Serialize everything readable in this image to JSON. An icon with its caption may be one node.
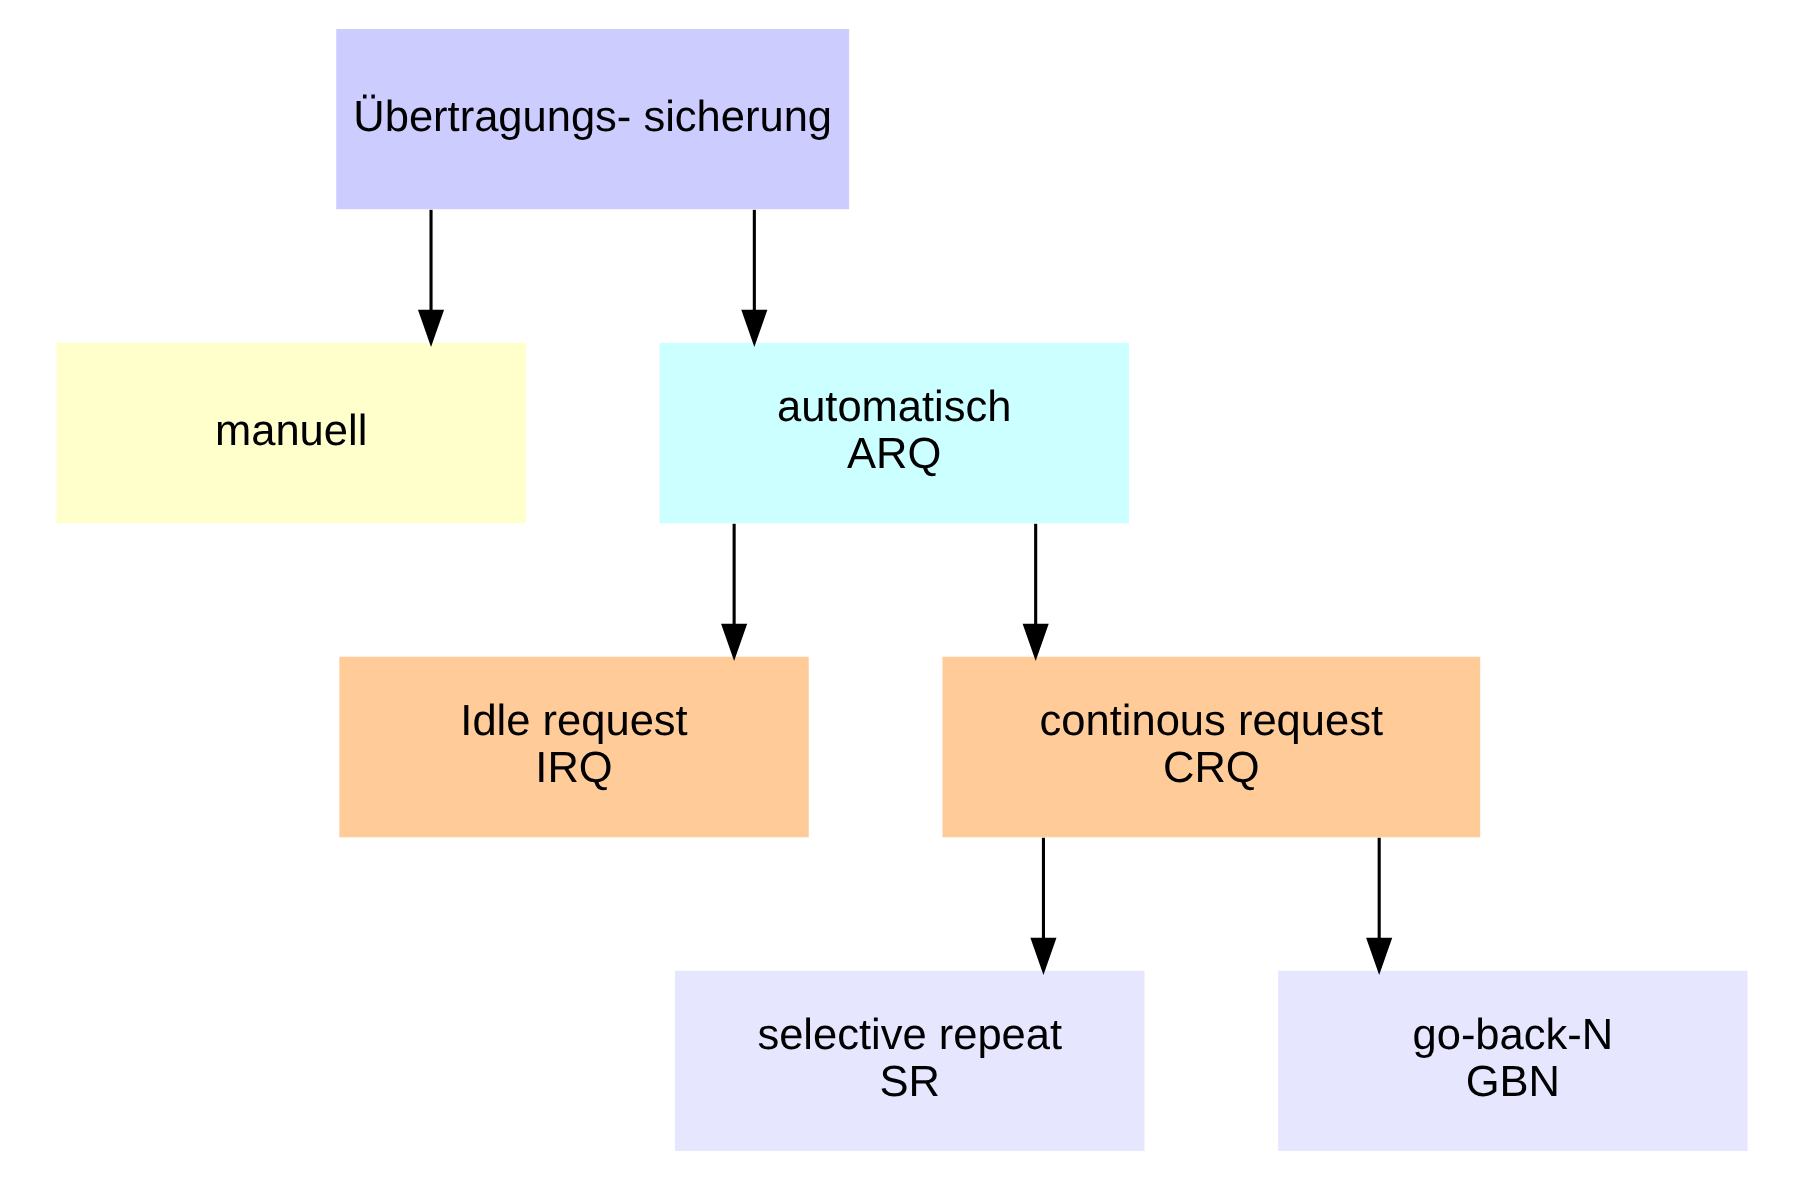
{
  "diagram": {
    "nodes": [
      {
        "text": [
          "Übertragungs- sicherung"
        ]
      },
      {
        "text": [
          "manuell"
        ]
      },
      {
        "text": [
          "automatisch",
          "ARQ"
        ]
      },
      {
        "text": [
          "Idle request",
          "IRQ"
        ]
      },
      {
        "text": [
          "continous request",
          "CRQ"
        ]
      },
      {
        "text": [
          "selective repeat",
          "SR"
        ]
      },
      {
        "text": [
          "go-back-N",
          "GBN"
        ]
      }
    ],
    "edges": [
      {
        "from": 0,
        "to": 1,
        "arrow": "to"
      },
      {
        "from": 0,
        "to": 2,
        "arrow": "to"
      },
      {
        "from": 2,
        "to": 3,
        "arrow": "to"
      },
      {
        "from": 2,
        "to": 4,
        "arrow": "to"
      },
      {
        "from": 4,
        "to": 5,
        "arrow": "to"
      },
      {
        "from": 4,
        "to": 6,
        "arrow": "to"
      }
    ]
  }
}
